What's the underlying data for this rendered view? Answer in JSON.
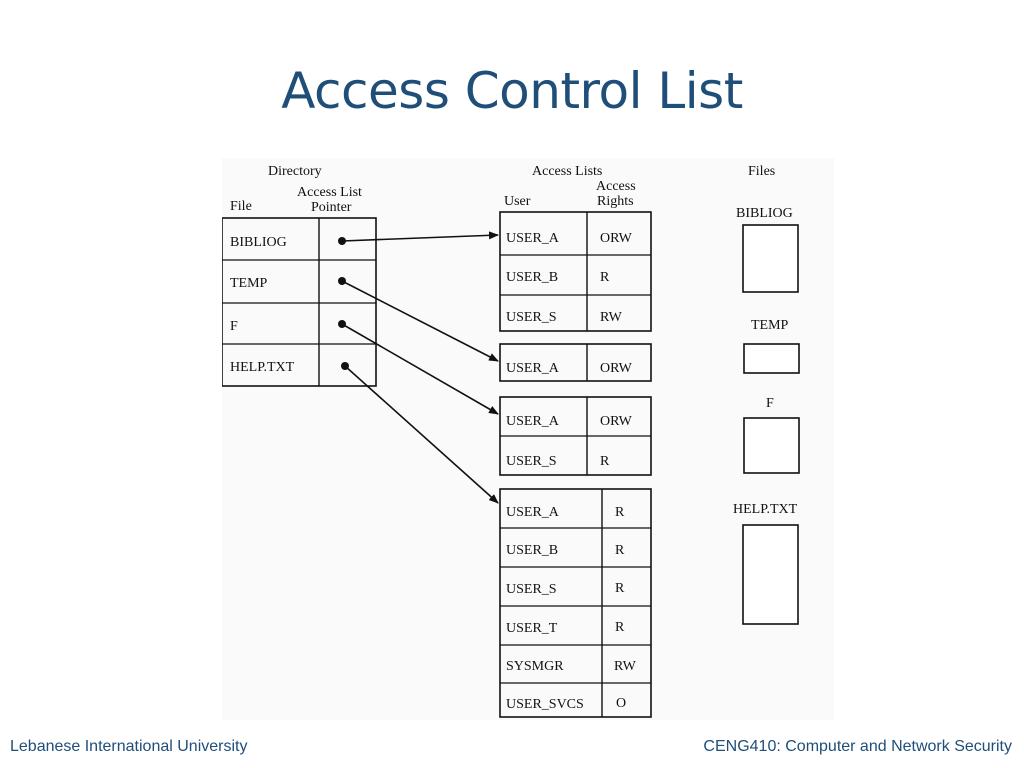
{
  "slide": {
    "title": "Access Control List",
    "footer_left": "Lebanese International University",
    "footer_right": "CENG410: Computer and Network Security"
  },
  "directory": {
    "heading": "Directory",
    "col_file": "File",
    "col_pointer_line1": "Access List",
    "col_pointer_line2": "Pointer",
    "files": [
      "BIBLIOG",
      "TEMP",
      "F",
      "HELP.TXT"
    ]
  },
  "access_lists": {
    "heading": "Access Lists",
    "col_user": "User",
    "col_rights_line1": "Access",
    "col_rights_line2": "Rights",
    "lists": [
      [
        {
          "user": "USER_A",
          "rights": "ORW"
        },
        {
          "user": "USER_B",
          "rights": "R"
        },
        {
          "user": "USER_S",
          "rights": "RW"
        }
      ],
      [
        {
          "user": "USER_A",
          "rights": "ORW"
        }
      ],
      [
        {
          "user": "USER_A",
          "rights": "ORW"
        },
        {
          "user": "USER_S",
          "rights": "R"
        }
      ],
      [
        {
          "user": "USER_A",
          "rights": "R"
        },
        {
          "user": "USER_B",
          "rights": "R"
        },
        {
          "user": "USER_S",
          "rights": "R"
        },
        {
          "user": "USER_T",
          "rights": "R"
        },
        {
          "user": "SYSMGR",
          "rights": "RW"
        },
        {
          "user": "USER_SVCS",
          "rights": "O"
        }
      ]
    ]
  },
  "files_panel": {
    "heading": "Files",
    "files": [
      "BIBLIOG",
      "TEMP",
      "F",
      "HELP.TXT"
    ]
  }
}
